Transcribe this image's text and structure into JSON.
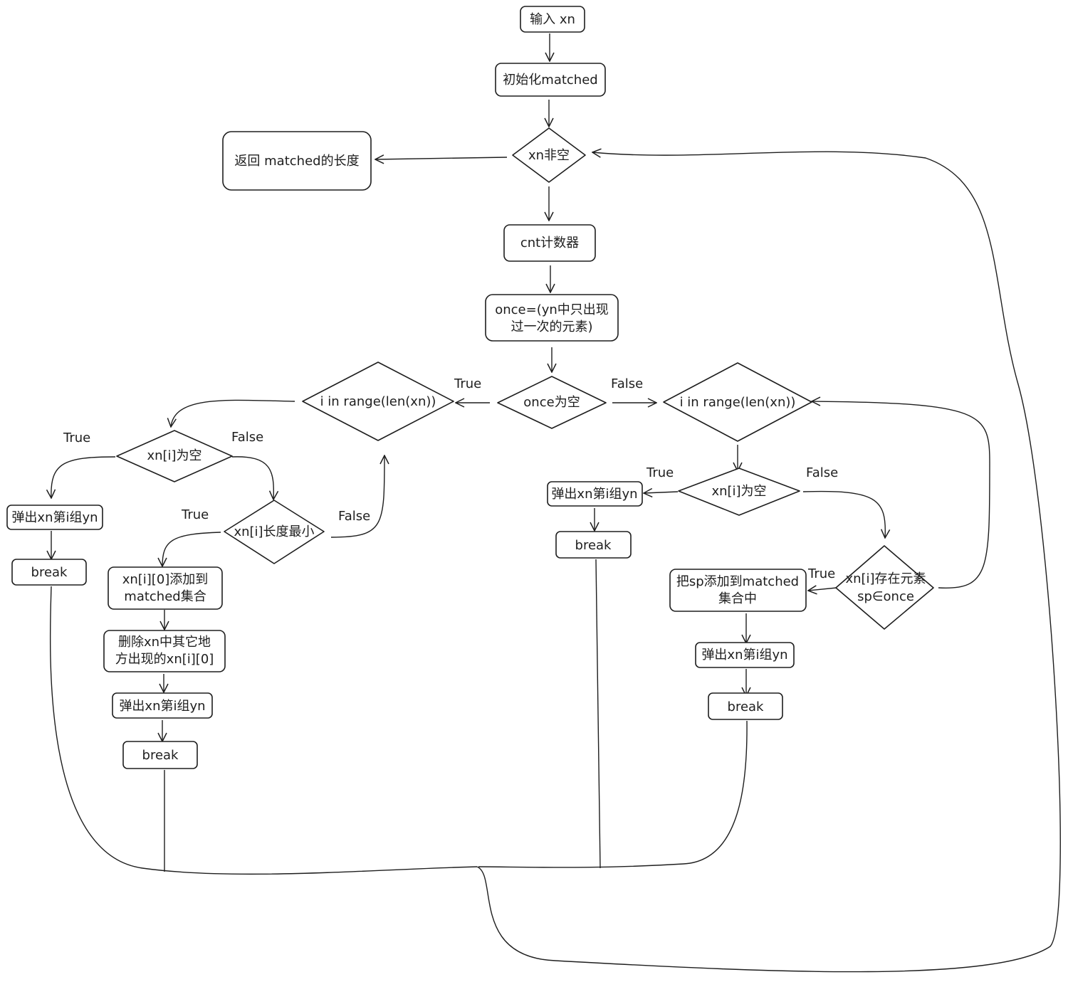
{
  "nodes": {
    "input": {
      "lines": [
        "输入 xn"
      ]
    },
    "init_matched": {
      "lines": [
        "初始化matched"
      ]
    },
    "xn_not_empty": {
      "lines": [
        "xn非空"
      ]
    },
    "return_len": {
      "lines": [
        "返回 matched的长度"
      ]
    },
    "cnt_counter": {
      "lines": [
        "cnt计数器"
      ]
    },
    "once_def": {
      "lines": [
        "once=(yn中只出现",
        "过一次的元素)"
      ]
    },
    "once_empty": {
      "lines": [
        "once为空"
      ]
    },
    "loop_left": {
      "lines": [
        "i in range(len(xn))"
      ]
    },
    "loop_right": {
      "lines": [
        "i in range(len(xn))"
      ]
    },
    "xni_empty_left": {
      "lines": [
        "xn[i]为空"
      ]
    },
    "pop_left_1": {
      "lines": [
        "弹出xn第i组yn"
      ]
    },
    "break_left_1": {
      "lines": [
        "break"
      ]
    },
    "xni_min_len": {
      "lines": [
        "xn[i]长度最小"
      ]
    },
    "add_xni0": {
      "lines": [
        "xn[i][0]添加到",
        "matched集合"
      ]
    },
    "delete_others": {
      "lines": [
        "删除xn中其它地",
        "方出现的xn[i][0]"
      ]
    },
    "pop_left_2": {
      "lines": [
        "弹出xn第i组yn"
      ]
    },
    "break_left_2": {
      "lines": [
        "break"
      ]
    },
    "xni_empty_right": {
      "lines": [
        "xn[i]为空"
      ]
    },
    "pop_right_1": {
      "lines": [
        "弹出xn第i组yn"
      ]
    },
    "break_right_1": {
      "lines": [
        "break"
      ]
    },
    "sp_in_once": {
      "lines": [
        "xn[i]存在元素",
        "sp∈once"
      ]
    },
    "add_sp": {
      "lines": [
        "把sp添加到matched",
        "集合中"
      ]
    },
    "pop_right_2": {
      "lines": [
        "弹出xn第i组yn"
      ]
    },
    "break_right_2": {
      "lines": [
        "break"
      ]
    }
  },
  "edge_labels": {
    "once_true": "True",
    "once_false": "False",
    "left_empty_true": "True",
    "left_empty_false": "False",
    "min_true": "True",
    "min_false": "False",
    "right_empty_true": "True",
    "right_empty_false": "False",
    "sp_true": "True"
  }
}
